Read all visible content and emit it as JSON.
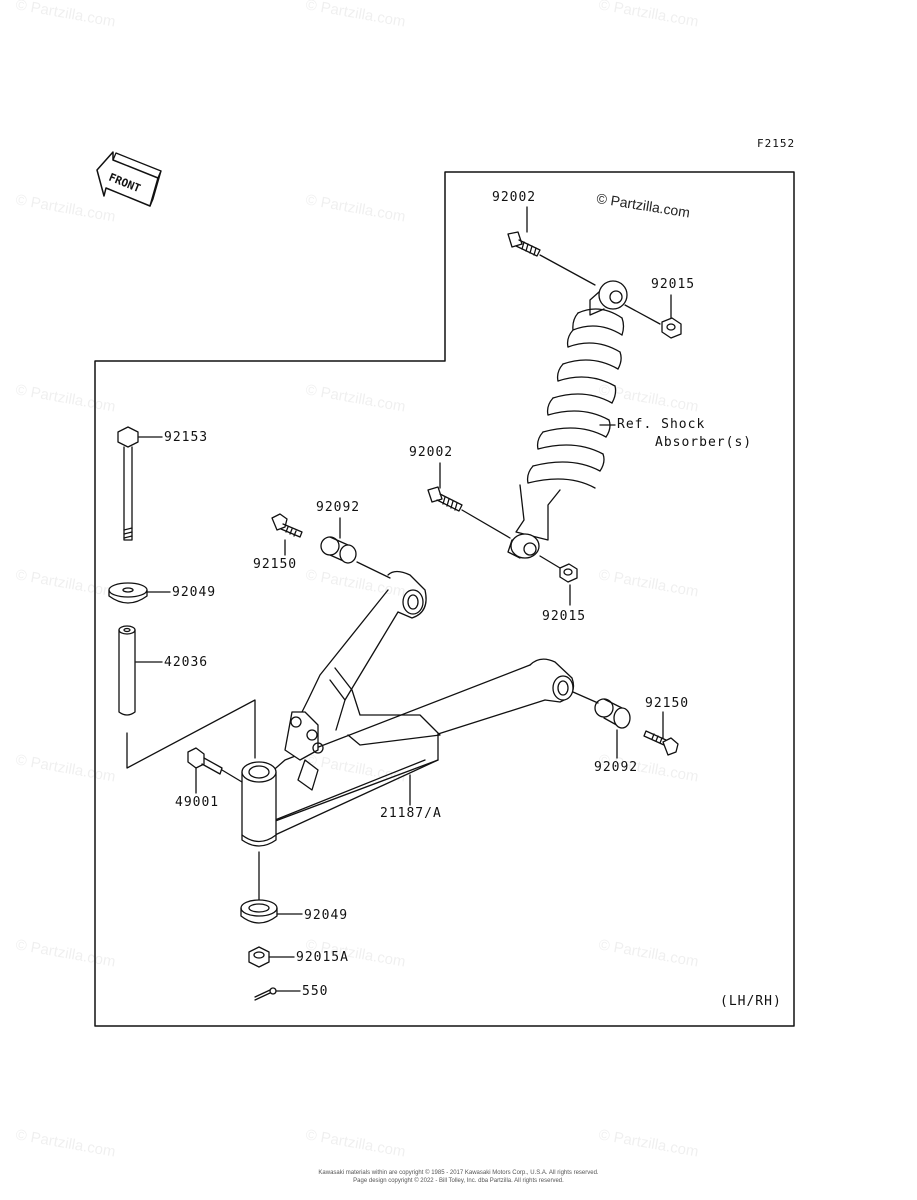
{
  "figure_code": "F2152",
  "front_arrow_label": "FRONT",
  "copyright_mark": "© Partzilla.com",
  "watermark_text": "© Partzilla.com",
  "variant_note": "(LH/RH)",
  "parts": {
    "p92002_top": "92002",
    "p92015_top": "92015",
    "ref_shock_line1": "Ref. Shock",
    "ref_shock_line2": "Absorber(s)",
    "p92153": "92153",
    "p92002_mid": "92002",
    "p92092_left": "92092",
    "p92150_left": "92150",
    "p92049_top": "92049",
    "p92015_mid": "92015",
    "p42036": "42036",
    "p92150_right": "92150",
    "p92092_right": "92092",
    "p49001": "49001",
    "p21187": "21187/A",
    "p92049_bottom": "92049",
    "p92015A": "92015A",
    "p550": "550"
  },
  "footer": {
    "line1": "Kawasaki materials within are copyright © 1985 - 2017 Kawasaki Motors Corp., U.S.A. All rights reserved.",
    "line2": "Page design copyright © 2022 - Bill Tolley, Inc. dba Partzilla. All rights reserved."
  }
}
